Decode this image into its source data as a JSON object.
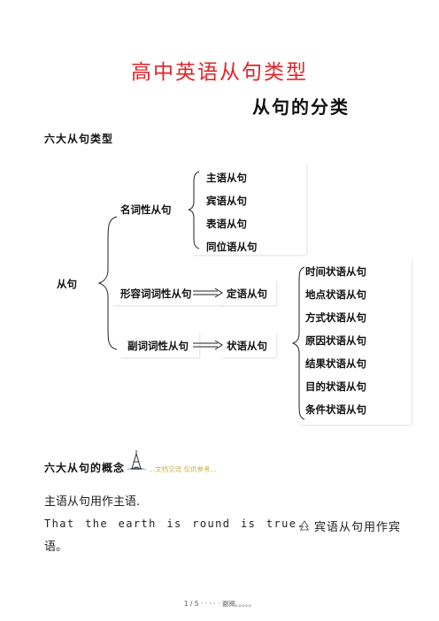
{
  "title": "高中英语从句类型",
  "subtitle": "从句的分类",
  "section_heading": "六大从句类型",
  "diagram": {
    "root": "从句",
    "nominal_group": "名词性从句",
    "nominal_items": [
      "主语从句",
      "宾语从句",
      "表语从句",
      "同位语从句"
    ],
    "adjectival_group": "形容词词性从句",
    "adjectival_result": "定语从句",
    "adverbial_group": "副词词性从句",
    "adverbial_result": "状语从句",
    "adverbial_items": [
      "时间状语从句",
      "地点状语从句",
      "方式状语从句",
      "原因状语从句",
      "结果状语从句",
      "目的状语从句",
      "条件状语从句"
    ]
  },
  "concept_heading": "六大从句的概念",
  "watermark": "...文档交流 仅供参考...",
  "body": {
    "line1": "主语从句用作主语.",
    "line2_en": "That  the earth  is round  is true.",
    "line2_zh": "宾语从句用作宾",
    "line3": "语。"
  },
  "footer": "1 / 5 · · · · · 谢阅。。。。。"
}
